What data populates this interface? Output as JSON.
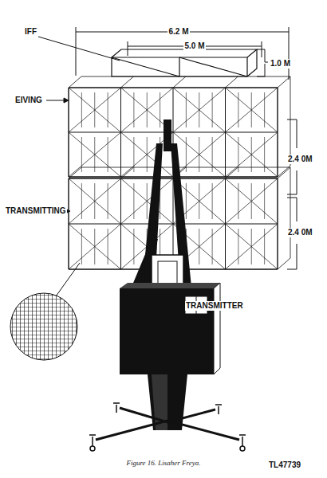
{
  "diagram": {
    "caption": "Figure 16. Lisaher Freya.",
    "labels": [
      "IFF",
      "6.2 M",
      "5.0 M",
      "1.0 M",
      "EIVING",
      "2.4 0M",
      "2.4 0M",
      "TRANSMITTING",
      "TRANSMITTER",
      "TL47739"
    ]
  }
}
